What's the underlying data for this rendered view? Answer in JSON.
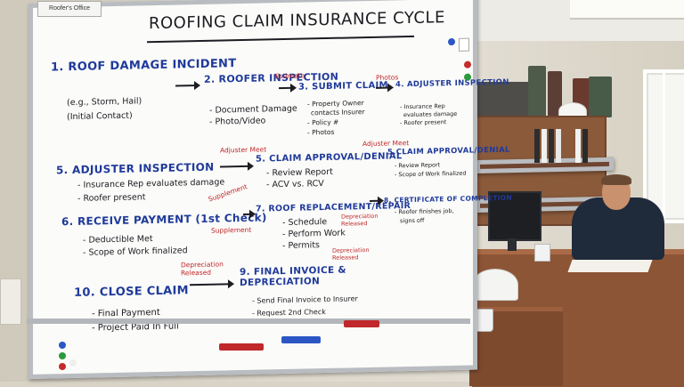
{
  "office_sign": "Roofer's Office",
  "board": {
    "title": "ROOFING CLAIM INSURANCE CYCLE",
    "steps": {
      "s1": {
        "title": "1. ROOF DAMAGE INCIDENT",
        "lines": [
          "(e.g., Storm, Hail)",
          "(Initial Contact)"
        ]
      },
      "s2": {
        "title": "2. ROOFER INSPECTION",
        "lines": [
          "- Document Damage",
          "- Photo/Video"
        ]
      },
      "s3": {
        "title": "3. SUBMIT CLAIM",
        "lines": [
          "- Property Owner",
          "contacts Insurer",
          "- Policy #",
          "- Photos"
        ]
      },
      "s4": {
        "title": "4. ADJUSTER INSPECTION",
        "lines": [
          "- Insurance Rep",
          "evaluates damage",
          "- Roofer present"
        ]
      },
      "s5": {
        "title": "5. ADJUSTER INSPECTION",
        "lines": [
          "- Insurance Rep evaluates damage",
          "- Roofer present"
        ]
      },
      "s5b": {
        "title": "5. CLAIM APPROVAL/DENIAL",
        "lines": [
          "- Review Report",
          "- ACV vs. RCV"
        ]
      },
      "s5c": {
        "title": "5.CLAIM APPROVAL/DENIAL",
        "lines": [
          "- Review Report",
          "- Scope of Work finalized"
        ]
      },
      "s6": {
        "title": "6. RECEIVE PAYMENT (1st Check)",
        "lines": [
          "- Deductible Met",
          "- Scope of Work finalized"
        ]
      },
      "s7": {
        "title": "7. ROOF REPLACEMENT/REPAIR",
        "lines": [
          "- Schedule",
          "- Perform Work",
          "- Permits"
        ]
      },
      "s8": {
        "title": "8. CERTIFICATE OF COMPLETION",
        "lines": [
          "- Roofer finishes job,",
          "signs off"
        ]
      },
      "s9": {
        "title": "9. FINAL INVOICE & DEPRECIATION",
        "lines": [
          "- Send Final Invoice to Insurer",
          "- Request 2nd Check"
        ]
      },
      "s10": {
        "title": "10. CLOSE CLAIM",
        "lines": [
          "- Final Payment",
          "- Project Paid In Full"
        ]
      }
    },
    "notes": {
      "estimate": "Estimate",
      "photos": "Photos",
      "adjuster_meet_1": "Adjuster Meet",
      "adjuster_meet_2": "Adjuster Meet",
      "supplement_1": "Supplement",
      "supplement_2": "Supplement",
      "depreciation_released_1": "Depreciation Released",
      "depreciation_released_2": "Depreciation Released",
      "depreciation_released_3": "Depreciation Released"
    }
  },
  "colors": {
    "marker_blue": "#1f3a9a",
    "marker_red": "#c0282b",
    "marker_black": "#1c1c22"
  }
}
